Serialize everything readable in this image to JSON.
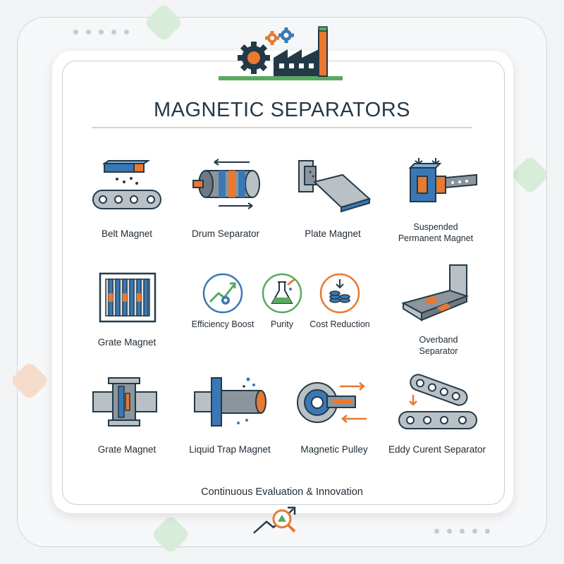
{
  "title": "MAGNETIC SEPARATORS",
  "items": [
    {
      "label": "Belt Magnet"
    },
    {
      "label": "Drum Separator"
    },
    {
      "label": "Plate Magnet"
    },
    {
      "label_line1": "Suspended",
      "label_line2": "Permanent Magnet"
    },
    {
      "label": "Grate Magnet"
    },
    {
      "label_line1": "Overband",
      "label_line2": "Separator"
    },
    {
      "label": "Grate Magnet"
    },
    {
      "label": "Liquid Trap Magnet"
    },
    {
      "label": "Magnetic Pulley"
    },
    {
      "label": "Eddy Curent Separator"
    }
  ],
  "benefits": [
    {
      "label": "Efficiency Boost"
    },
    {
      "label": "Purity"
    },
    {
      "label": "Cost Reduction"
    }
  ],
  "footer": "Continuous Evaluation & Innovation",
  "colors": {
    "orange": "#e8792f",
    "blue": "#3a78b5",
    "green": "#5aa960",
    "gray": "#8c959d",
    "navy": "#243947"
  }
}
